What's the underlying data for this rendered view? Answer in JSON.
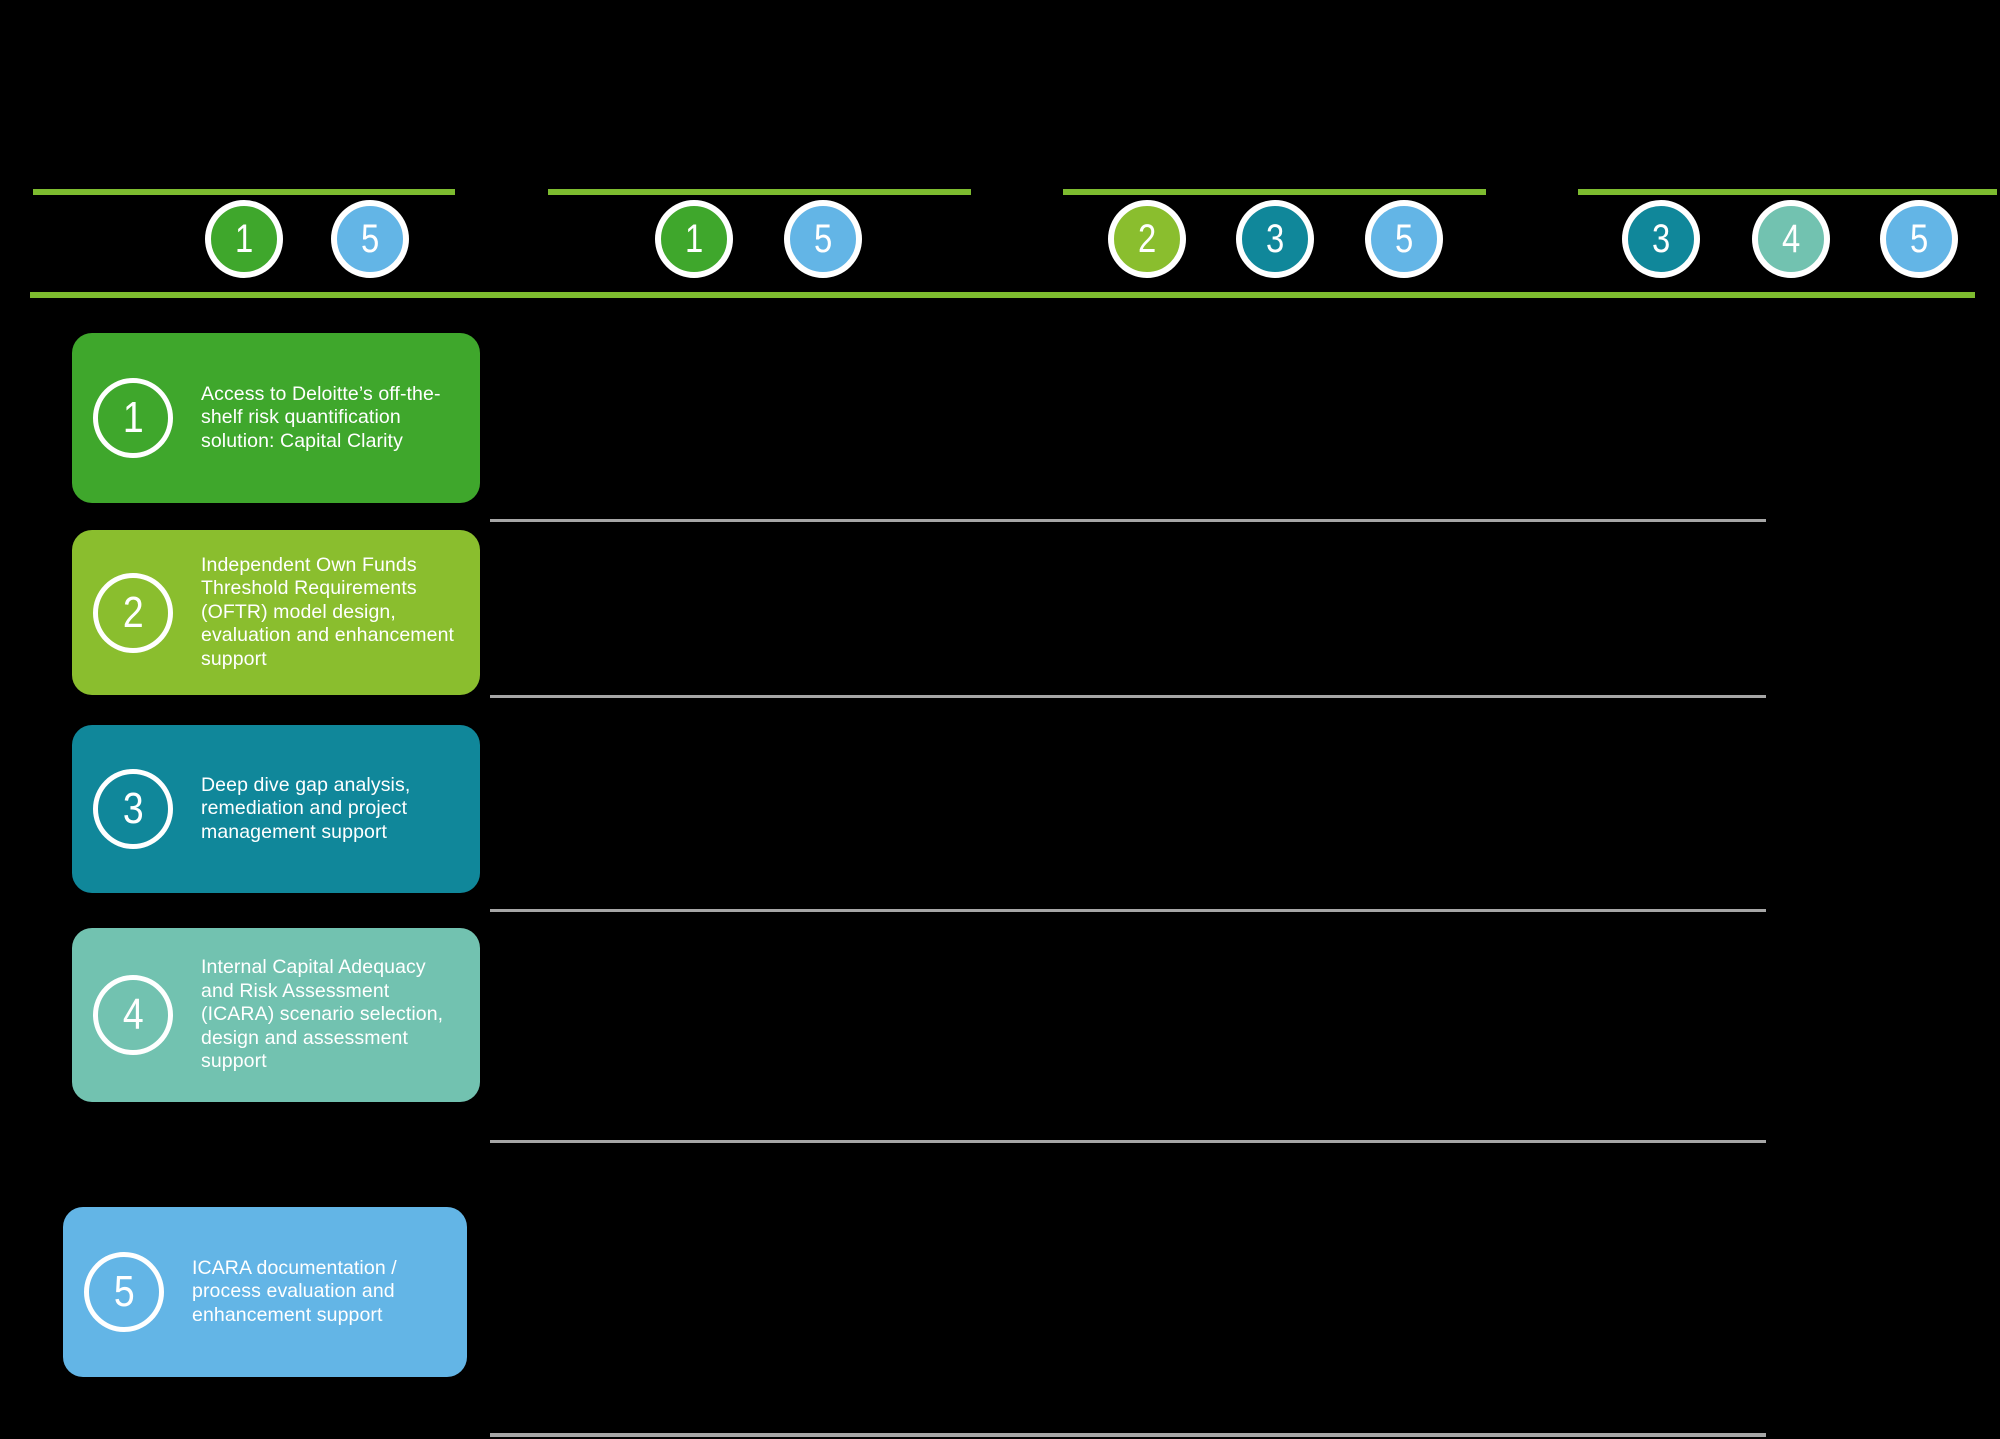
{
  "canvas": {
    "background": "#000000"
  },
  "colors": {
    "line_green": "#7DBB2F",
    "divider_gray": "#A6A6A6",
    "white": "#FFFFFF",
    "step1_green": "#3FA72C",
    "step2_green": "#8ABE2E",
    "step3_teal": "#10879A",
    "step4_seafoam": "#72C2B0",
    "step5_blue": "#63B5E6"
  },
  "header": {
    "groups": [
      {
        "badges": [
          {
            "number": "1",
            "color": "#3FA72C"
          },
          {
            "number": "5",
            "color": "#63B5E6"
          }
        ]
      },
      {
        "badges": [
          {
            "number": "1",
            "color": "#3FA72C"
          },
          {
            "number": "5",
            "color": "#63B5E6"
          }
        ]
      },
      {
        "badges": [
          {
            "number": "2",
            "color": "#8ABE2E"
          },
          {
            "number": "3",
            "color": "#10879A"
          },
          {
            "number": "5",
            "color": "#63B5E6"
          }
        ]
      },
      {
        "badges": [
          {
            "number": "3",
            "color": "#10879A"
          },
          {
            "number": "4",
            "color": "#72C2B0"
          },
          {
            "number": "5",
            "color": "#63B5E6"
          }
        ]
      }
    ]
  },
  "services": [
    {
      "number": "1",
      "color": "#3FA72C",
      "text": "Access to Deloitte’s off-the-shelf risk quantification solution: Capital Clarity"
    },
    {
      "number": "2",
      "color": "#8ABE2E",
      "text": "Independent Own Funds Threshold Requirements (OFTR) model design, evaluation and enhancement support"
    },
    {
      "number": "3",
      "color": "#10879A",
      "text": "Deep dive gap analysis, remediation and project management support"
    },
    {
      "number": "4",
      "color": "#72C2B0",
      "text": "Internal Capital Adequacy and Risk Assessment (ICARA) scenario selection, design and assessment support"
    },
    {
      "number": "5",
      "color": "#63B5E6",
      "text": "ICARA documentation / process evaluation and enhancement support"
    }
  ]
}
